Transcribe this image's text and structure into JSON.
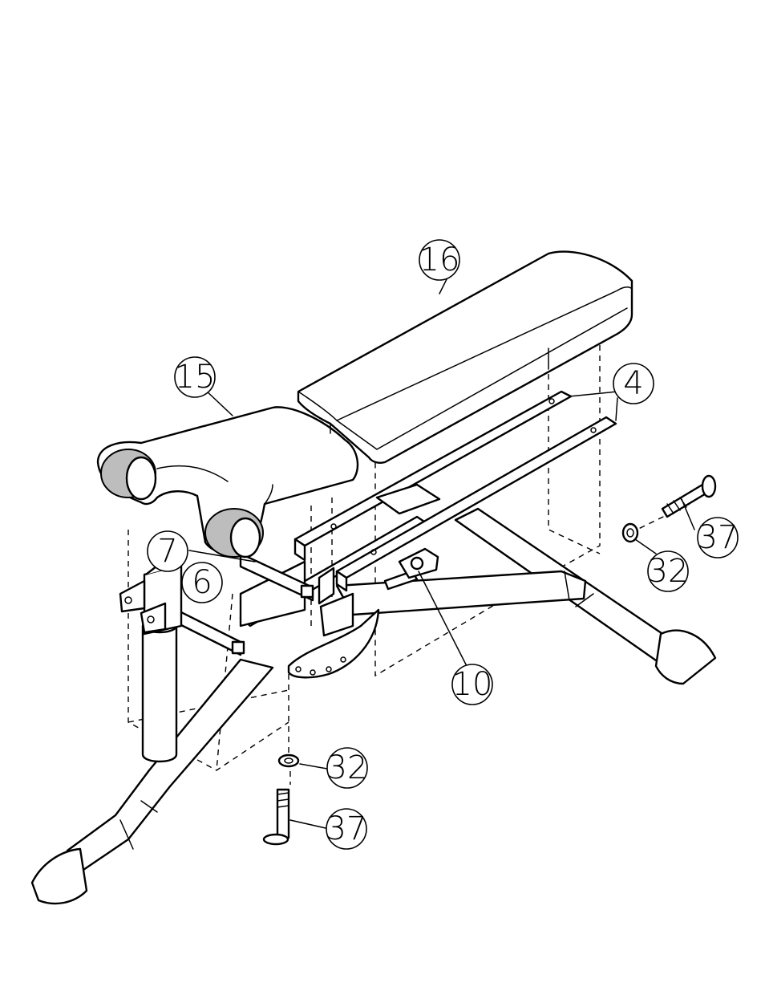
{
  "callouts": [
    {
      "id": "c16",
      "label": "16"
    },
    {
      "id": "c15",
      "label": "15"
    },
    {
      "id": "c4",
      "label": "4"
    },
    {
      "id": "c37a",
      "label": "37"
    },
    {
      "id": "c32a",
      "label": "32"
    },
    {
      "id": "c7",
      "label": "7"
    },
    {
      "id": "c6",
      "label": "6"
    },
    {
      "id": "c10",
      "label": "10"
    },
    {
      "id": "c32b",
      "label": "32"
    },
    {
      "id": "c37b",
      "label": "37"
    }
  ]
}
